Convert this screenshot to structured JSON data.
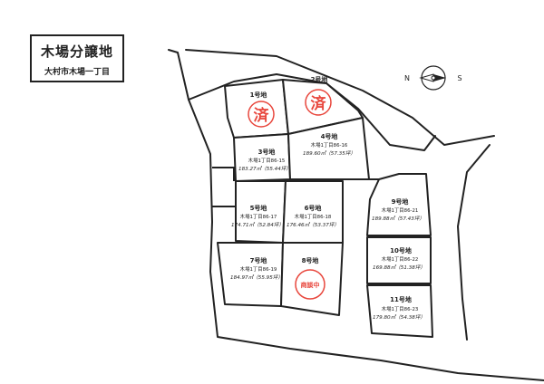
{
  "title": "木場分譲地",
  "subtitle": "大村市木場一丁目",
  "compass": {
    "north_label": "N",
    "south_label": "S"
  },
  "colors": {
    "sold_red": "#e8463c",
    "line": "#222222"
  },
  "lots": [
    {
      "name": "1号地",
      "status": "済"
    },
    {
      "name": "2号地",
      "status": "済"
    },
    {
      "name": "3号地",
      "address": "木場1丁目86-15",
      "area": "183.27㎡（55.44坪）"
    },
    {
      "name": "4号地",
      "address": "木場1丁目86-16",
      "area": "189.60㎡（57.35坪）"
    },
    {
      "name": "5号地",
      "address": "木場1丁目86-17",
      "area": "174.71㎡（52.84坪）"
    },
    {
      "name": "6号地",
      "address": "木場1丁目86-18",
      "area": "176.46㎡（53.37坪）"
    },
    {
      "name": "7号地",
      "address": "木場1丁目86-19",
      "area": "184.97㎡（55.95坪）"
    },
    {
      "name": "8号地",
      "status": "商談中"
    },
    {
      "name": "9号地",
      "address": "木場1丁目86-21",
      "area": "189.88㎡（57.43坪）"
    },
    {
      "name": "10号地",
      "address": "木場1丁目86-22",
      "area": "169.88㎡（51.38坪）"
    },
    {
      "name": "11号地",
      "address": "木場1丁目86-23",
      "area": "179.80㎡（54.38坪）"
    }
  ]
}
